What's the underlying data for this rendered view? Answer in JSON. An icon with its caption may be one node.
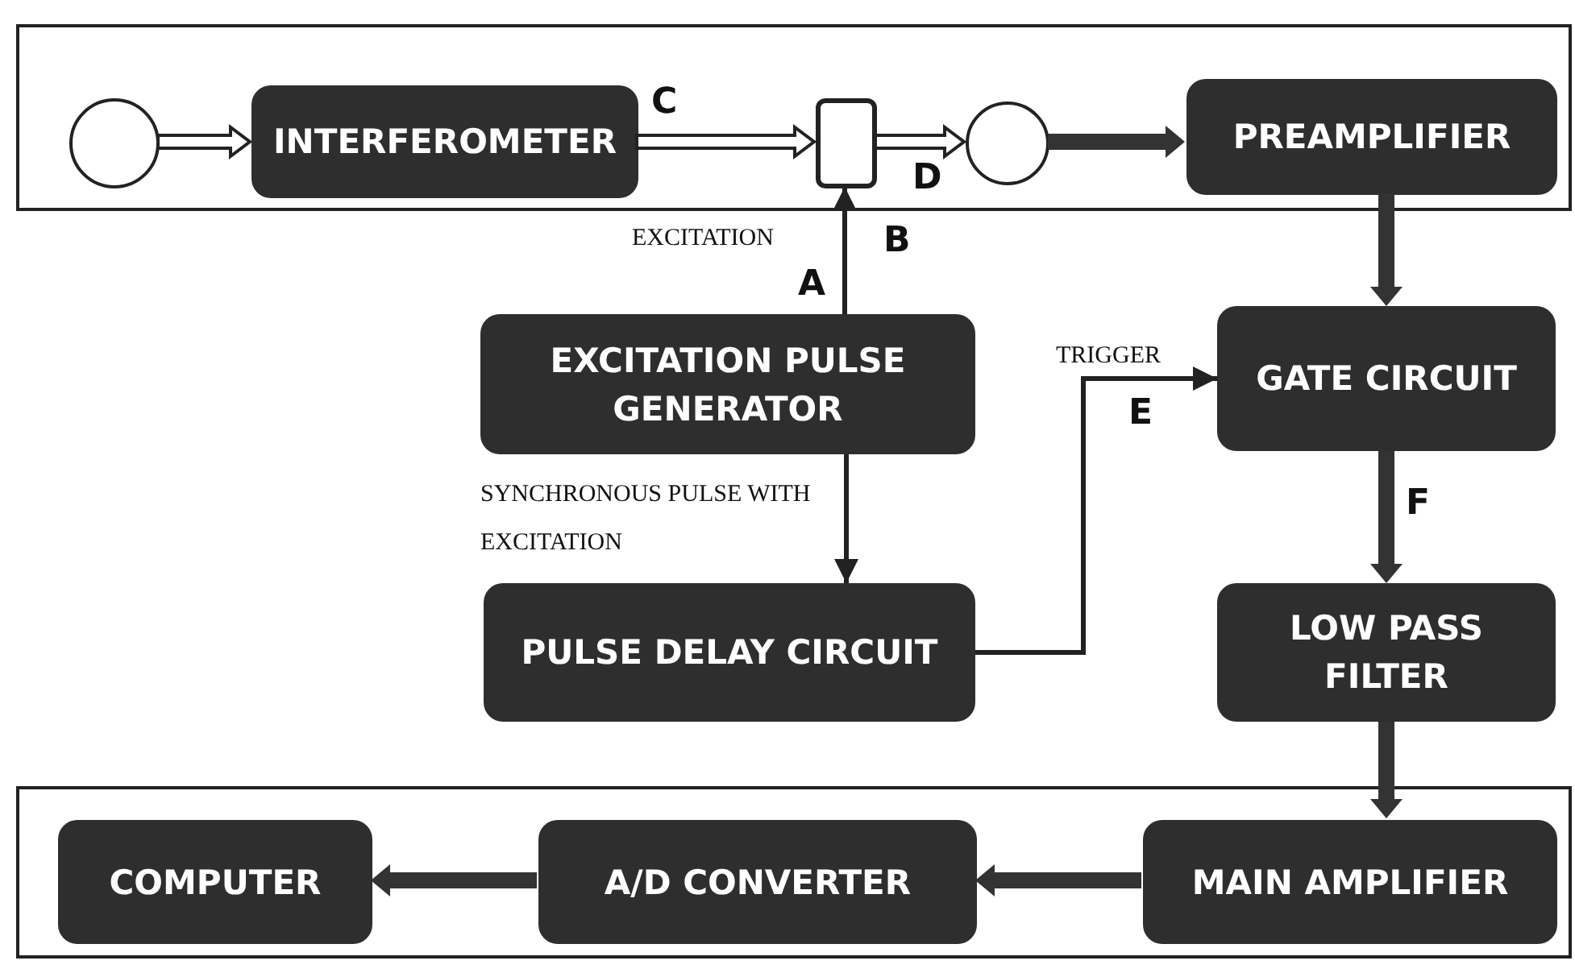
{
  "diagram": {
    "nodes": [
      {
        "text": [],
        "shape": "box"
      },
      {
        "text": [],
        "shape": "circle",
        "in": 0
      },
      {
        "text": [
          "INTERFEROMETER"
        ],
        "in": 0
      },
      {
        "text": [],
        "shape": "box",
        "in": 0
      },
      {
        "text": [],
        "shape": "circle",
        "in": 0
      },
      {
        "text": [
          "PREAMPLIFIER"
        ],
        "in": 0
      },
      {
        "text": [
          "EXCITATION PULSE GENERATOR"
        ]
      },
      {
        "text": [
          "GATE CIRCUIT"
        ]
      },
      {
        "text": [
          "PULSE DELAY CIRCUIT"
        ]
      },
      {
        "text": [
          "LOW PASS FILTER"
        ]
      },
      {
        "text": [],
        "shape": "box"
      },
      {
        "text": [
          "COMPUTER"
        ],
        "in": 10
      },
      {
        "text": [
          "A/D CONVERTER"
        ],
        "in": 10
      },
      {
        "text": [
          "MAIN AMPLIFIER"
        ],
        "in": 10
      }
    ],
    "edges": [
      {
        "from": 1,
        "to": 2,
        "arrow": "to",
        "color": "#ffffff"
      },
      {
        "from": 2,
        "to": 3,
        "arrow": "to",
        "color": "#ffffff",
        "label": "C"
      },
      {
        "from": 3,
        "to": 4,
        "arrow": "to",
        "color": "#ffffff",
        "label": "D"
      },
      {
        "from": 4,
        "to": 5,
        "arrow": "to",
        "style": "thick"
      },
      {
        "from": 6,
        "to": 3,
        "arrow": "to",
        "label": "EXCITATION"
      },
      {
        "from": 6,
        "to": 8,
        "arrow": "to",
        "label": "SYNCHRONOUS PULSE WITH EXCITATION"
      },
      {
        "from": 8,
        "to": 7,
        "arrow": "to",
        "label": "TRIGGER"
      },
      {
        "from": 5,
        "to": 7,
        "arrow": "to",
        "style": "thick"
      },
      {
        "from": 7,
        "to": 9,
        "arrow": "to",
        "style": "thick",
        "label": "F"
      },
      {
        "from": 9,
        "to": 13,
        "arrow": "to",
        "style": "thick"
      },
      {
        "from": 13,
        "to": 12,
        "arrow": "to",
        "style": "thick"
      },
      {
        "from": 12,
        "to": 11,
        "arrow": "to",
        "style": "thick"
      }
    ],
    "labels": [
      "B",
      "A",
      "E"
    ]
  }
}
